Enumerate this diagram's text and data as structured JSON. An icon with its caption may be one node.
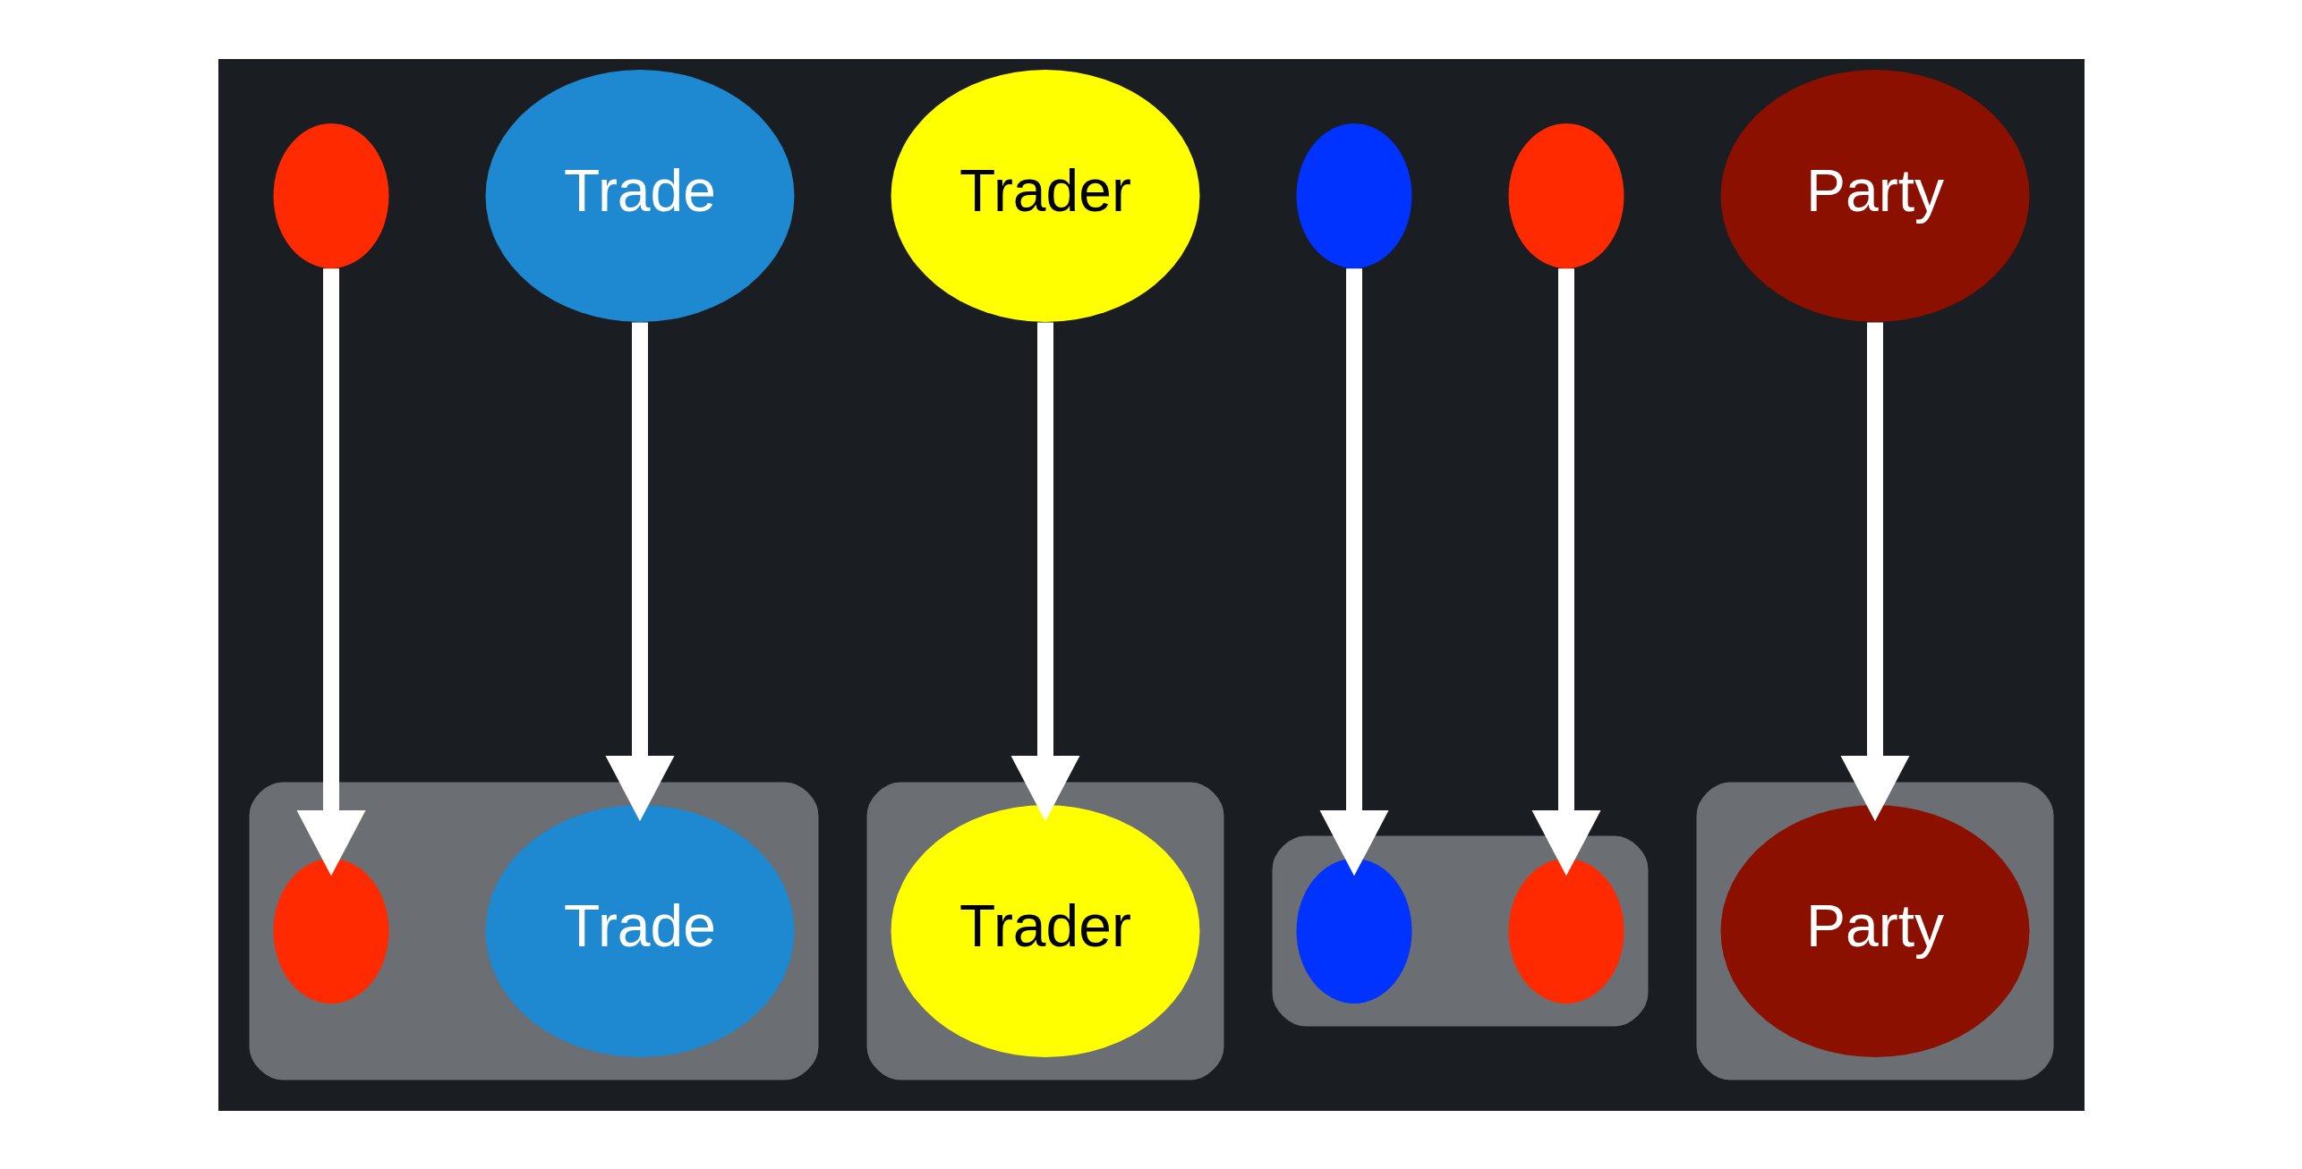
{
  "diagram": {
    "nodes": [
      {
        "text": [],
        "shape": "circle"
      },
      {
        "text": [
          "Trader"
        ]
      },
      {
        "text": [],
        "shape": "circle"
      },
      {
        "text": [
          "Party"
        ]
      },
      {
        "text": [],
        "shape": "circle"
      },
      {
        "text": [
          "Trade"
        ]
      },
      {
        "text": [],
        "shape": "box"
      },
      {
        "text": [],
        "shape": "circle",
        "in": 6
      },
      {
        "text": [
          "Trade"
        ],
        "in": 6
      },
      {
        "text": [],
        "shape": "box"
      },
      {
        "text": [
          "Trader"
        ],
        "in": 9
      },
      {
        "text": [],
        "shape": "box"
      },
      {
        "text": [],
        "shape": "circle",
        "in": 11
      },
      {
        "text": [],
        "shape": "circle",
        "in": 11
      },
      {
        "text": [],
        "shape": "box"
      },
      {
        "text": [
          "Party"
        ],
        "in": 14
      }
    ],
    "edges": [
      {
        "from": 0,
        "to": 7,
        "arrow": "to"
      },
      {
        "from": 5,
        "to": 8,
        "arrow": "to"
      },
      {
        "from": 1,
        "to": 10,
        "arrow": "to"
      },
      {
        "from": 2,
        "to": 12,
        "arrow": "to"
      },
      {
        "from": 4,
        "to": 13,
        "arrow": "to"
      },
      {
        "from": 3,
        "to": 15,
        "arrow": "to"
      }
    ]
  }
}
